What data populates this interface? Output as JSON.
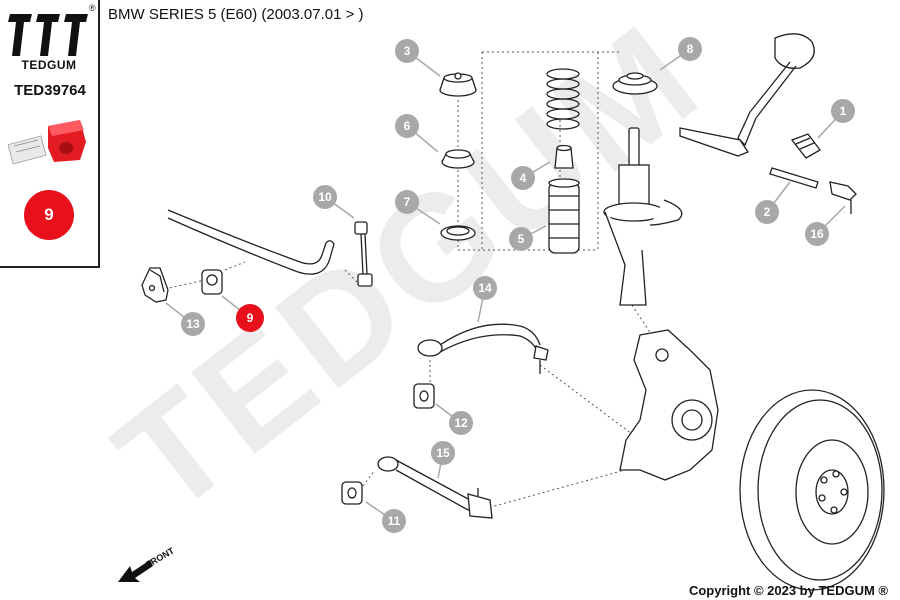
{
  "header": {
    "title": "BMW SERIES 5 (E60)  (2003.07.01 > )"
  },
  "sidebar": {
    "brand": "TEDGUM",
    "registered_mark": "®",
    "part_number": "TED39764",
    "badge": "9",
    "product_image_icon": "bushing-product-photo-icon"
  },
  "watermark": "TEDGUM",
  "callouts": [
    {
      "label": "1",
      "highlighted": false
    },
    {
      "label": "2",
      "highlighted": false
    },
    {
      "label": "3",
      "highlighted": false
    },
    {
      "label": "4",
      "highlighted": false
    },
    {
      "label": "5",
      "highlighted": false
    },
    {
      "label": "6",
      "highlighted": false
    },
    {
      "label": "7",
      "highlighted": false
    },
    {
      "label": "8",
      "highlighted": false
    },
    {
      "label": "9",
      "highlighted": true
    },
    {
      "label": "10",
      "highlighted": false
    },
    {
      "label": "11",
      "highlighted": false
    },
    {
      "label": "12",
      "highlighted": false
    },
    {
      "label": "13",
      "highlighted": false
    },
    {
      "label": "14",
      "highlighted": false
    },
    {
      "label": "15",
      "highlighted": false
    },
    {
      "label": "16",
      "highlighted": false
    }
  ],
  "direction_label": "FRONT",
  "footer": {
    "copyright": "Copyright © 2023 by TEDGUM ®"
  },
  "colors": {
    "highlight": "#e8101a",
    "callout_grey": "#a8a8a8",
    "line": "#222222",
    "watermark": "#ececec"
  }
}
